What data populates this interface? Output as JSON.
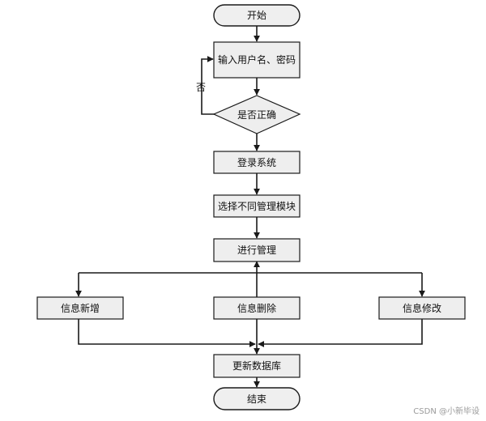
{
  "colors": {
    "box_fill": "#eeeeee",
    "terminal_fill": "#efefef",
    "stroke": "#1a1a1a",
    "text": "#111111"
  },
  "nodes": {
    "start": "开始",
    "input_credentials": "输入用户名、密码",
    "check_correct": "是否正确",
    "login": "登录系统",
    "select_module": "选择不同管理模块",
    "manage": "进行管理",
    "info_add": "信息新增",
    "info_delete": "信息删除",
    "info_modify": "信息修改",
    "update_db": "更新数据库",
    "end": "结束"
  },
  "edge_labels": {
    "no": "否"
  },
  "watermark": "CSDN @小新毕设"
}
